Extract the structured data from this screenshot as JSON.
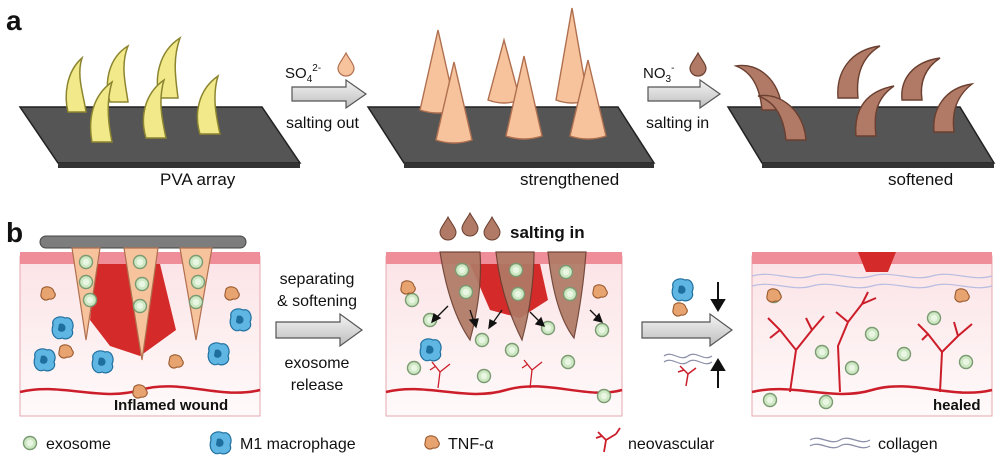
{
  "panel_a": {
    "label": "a",
    "stage1_caption": "PVA array",
    "stage2_caption": "strengthened",
    "stage3_caption": "softened",
    "ion1": {
      "base": "SO",
      "sub": "4",
      "sup": "2-"
    },
    "ion2": {
      "base": "NO",
      "sub": "3",
      "sup": "-"
    },
    "step1_label": "salting out",
    "step2_label": "salting in"
  },
  "panel_b": {
    "label": "b",
    "stage1_caption": "Inflamed wound",
    "stage2_top_label": "salting in",
    "step1_label_lines": [
      "separating",
      "& softening"
    ],
    "step1_sub_lines": [
      "exosome",
      "release"
    ],
    "stage3_caption": "healed"
  },
  "legend": [
    {
      "icon": "exosome-icon",
      "label": "exosome"
    },
    {
      "icon": "m1-macrophage-icon",
      "label": "M1 macrophage"
    },
    {
      "icon": "tnf-alpha-icon",
      "label": "TNF-α"
    },
    {
      "icon": "neovascular-icon",
      "label": "neovascular"
    },
    {
      "icon": "collagen-icon",
      "label": "collagen"
    }
  ],
  "colors": {
    "pva_yellow": "#f2ea8a",
    "strengthened_peach": "#f6c39c",
    "softened_brown": "#b07a66",
    "base_plate": "#4a4a4a",
    "skin_pink": "#f6c9cf",
    "wound_red": "#d42a2a",
    "exosome_green": "#cfe8c4",
    "macrophage_blue": "#4aa6d8",
    "tnf_orange": "#e8a470"
  }
}
